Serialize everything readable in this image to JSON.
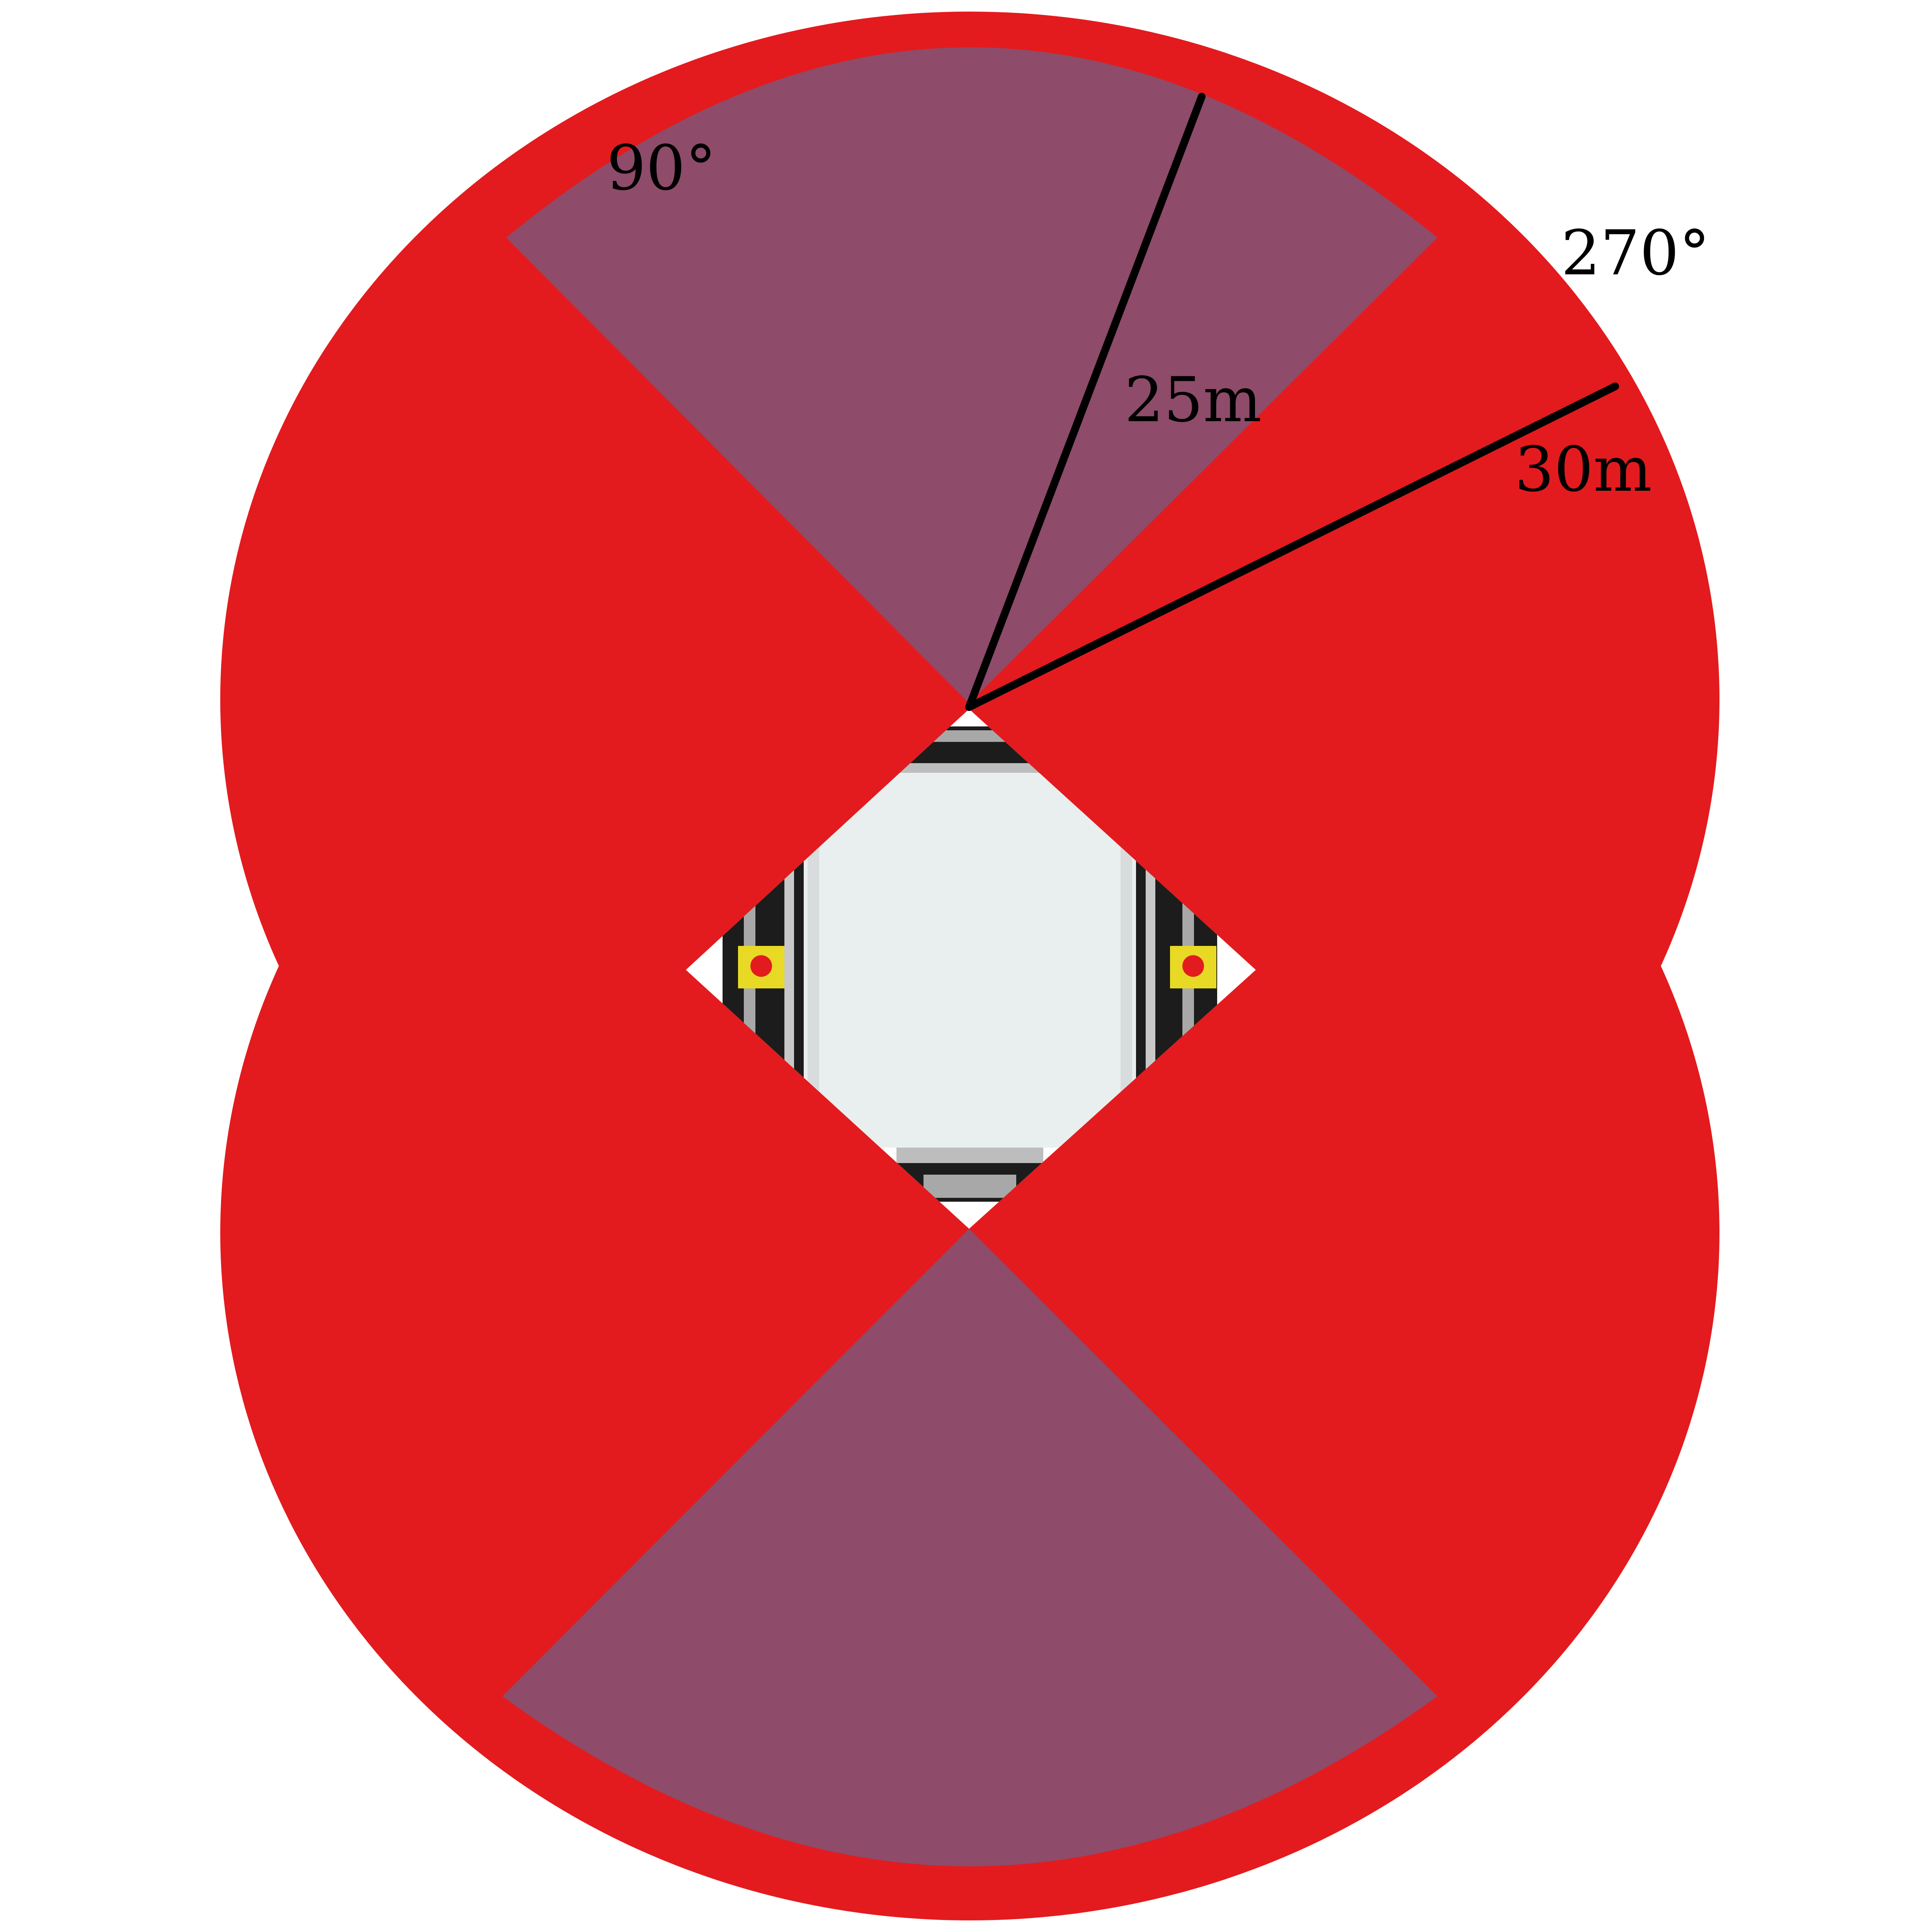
{
  "diagram": {
    "labels": {
      "angle_front": "90°",
      "angle_side": "270°",
      "range_front": "25m",
      "range_side": "30m"
    },
    "colors": {
      "side_coverage": "#e31b1e",
      "front_back_coverage": "#8e4b6a",
      "arrow": "#000000",
      "background": "#ffffff"
    },
    "robot": {
      "body_color": "#e9eeee",
      "rail_color": "#1c1c1c",
      "frame_color": "#a8a8a8",
      "estop_base_color": "#e8da24",
      "estop_button_color": "#e31b1e"
    }
  }
}
